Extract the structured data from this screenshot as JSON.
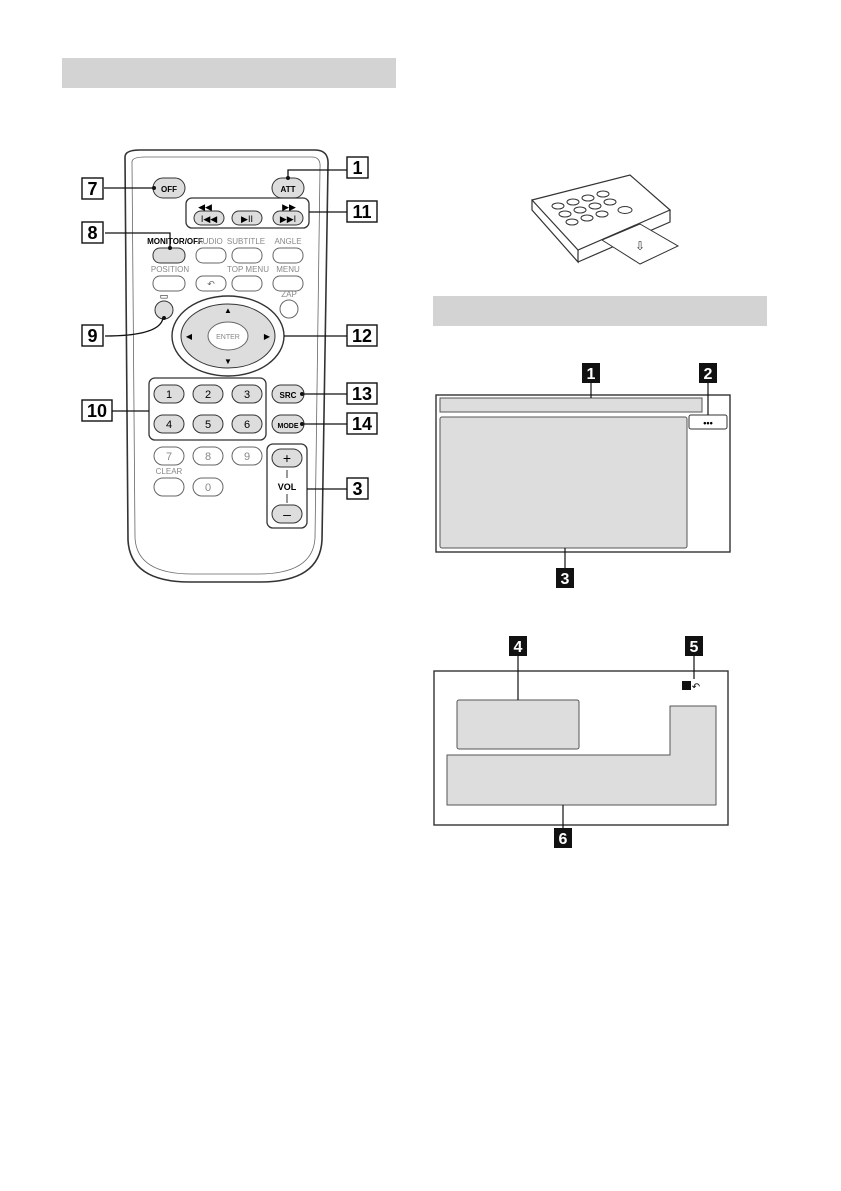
{
  "remote": {
    "callouts": {
      "off": "7",
      "monitor": "8",
      "wide": "9",
      "numbers": "10",
      "att": "1",
      "transport": "11",
      "joystick": "12",
      "src": "13",
      "mode": "14",
      "vol": "3"
    },
    "buttons": {
      "off": "OFF",
      "att": "ATT",
      "monitor_off": "MONITOR/OFF",
      "audio": "AUDIO",
      "subtitle": "SUBTITLE",
      "angle": "ANGLE",
      "position": "POSITION",
      "top_menu": "TOP MENU",
      "menu": "MENU",
      "zap": "ZAP",
      "enter": "ENTER",
      "src": "SRC",
      "mode": "MODE",
      "clear": "CLEAR",
      "vol": "VOL",
      "plus": "+",
      "minus": "–",
      "num1": "1",
      "num2": "2",
      "num3": "3",
      "num4": "4",
      "num5": "5",
      "num6": "6",
      "num7": "7",
      "num8": "8",
      "num9": "9",
      "num0": "0"
    }
  },
  "screen1": {
    "labels": {
      "title_bar": "1",
      "options": "2",
      "main": "3"
    },
    "options_glyph": "•••"
  },
  "screen2": {
    "labels": {
      "upper_left": "4",
      "back": "5",
      "lower": "6"
    }
  }
}
